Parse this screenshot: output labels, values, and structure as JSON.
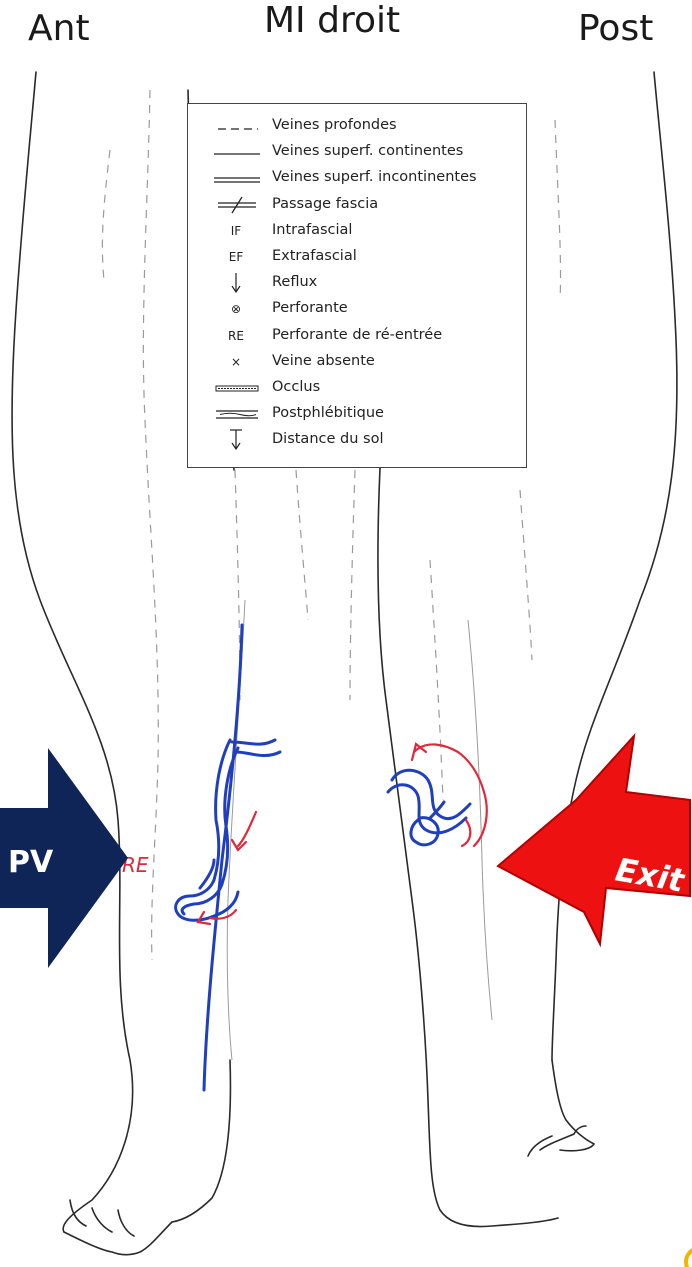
{
  "header": {
    "left": "Ant",
    "center": "MI droit",
    "right": "Post"
  },
  "legend": {
    "items": [
      {
        "symbol": "dashed-line",
        "text": "",
        "label": "Veines profondes"
      },
      {
        "symbol": "single-line",
        "text": "",
        "label": "Veines superf. continentes"
      },
      {
        "symbol": "double-line",
        "text": "",
        "label": "Veines superf. incontinentes"
      },
      {
        "symbol": "fascia-crossing",
        "text": "",
        "label": "Passage fascia"
      },
      {
        "symbol": "text",
        "text": "IF",
        "label": "Intrafascial"
      },
      {
        "symbol": "text",
        "text": "EF",
        "label": "Extrafascial"
      },
      {
        "symbol": "down-arrow",
        "text": "",
        "label": "Reflux"
      },
      {
        "symbol": "text",
        "text": "⊗",
        "label": "Perforante"
      },
      {
        "symbol": "text",
        "text": "RE",
        "label": "Perforante de ré-entrée"
      },
      {
        "symbol": "text",
        "text": "×",
        "label": "Veine absente"
      },
      {
        "symbol": "occluded-line",
        "text": "",
        "label": "Occlus"
      },
      {
        "symbol": "postphlebitic-line",
        "text": "",
        "label": "Postphlébitique"
      },
      {
        "symbol": "ground-arrow",
        "text": "",
        "label": "Distance du sol"
      }
    ]
  },
  "annotations": {
    "re_mark": "RE",
    "left_arrow_text": "PV",
    "right_arrow_text": "Exit"
  },
  "colors": {
    "vein_blue": "#1f3fbf",
    "reflux_red": "#e0283a",
    "left_arrow": "#0f2457",
    "right_arrow": "#ee1111",
    "outline": "#2a2a2a",
    "dashed": "#9a9a9a"
  }
}
